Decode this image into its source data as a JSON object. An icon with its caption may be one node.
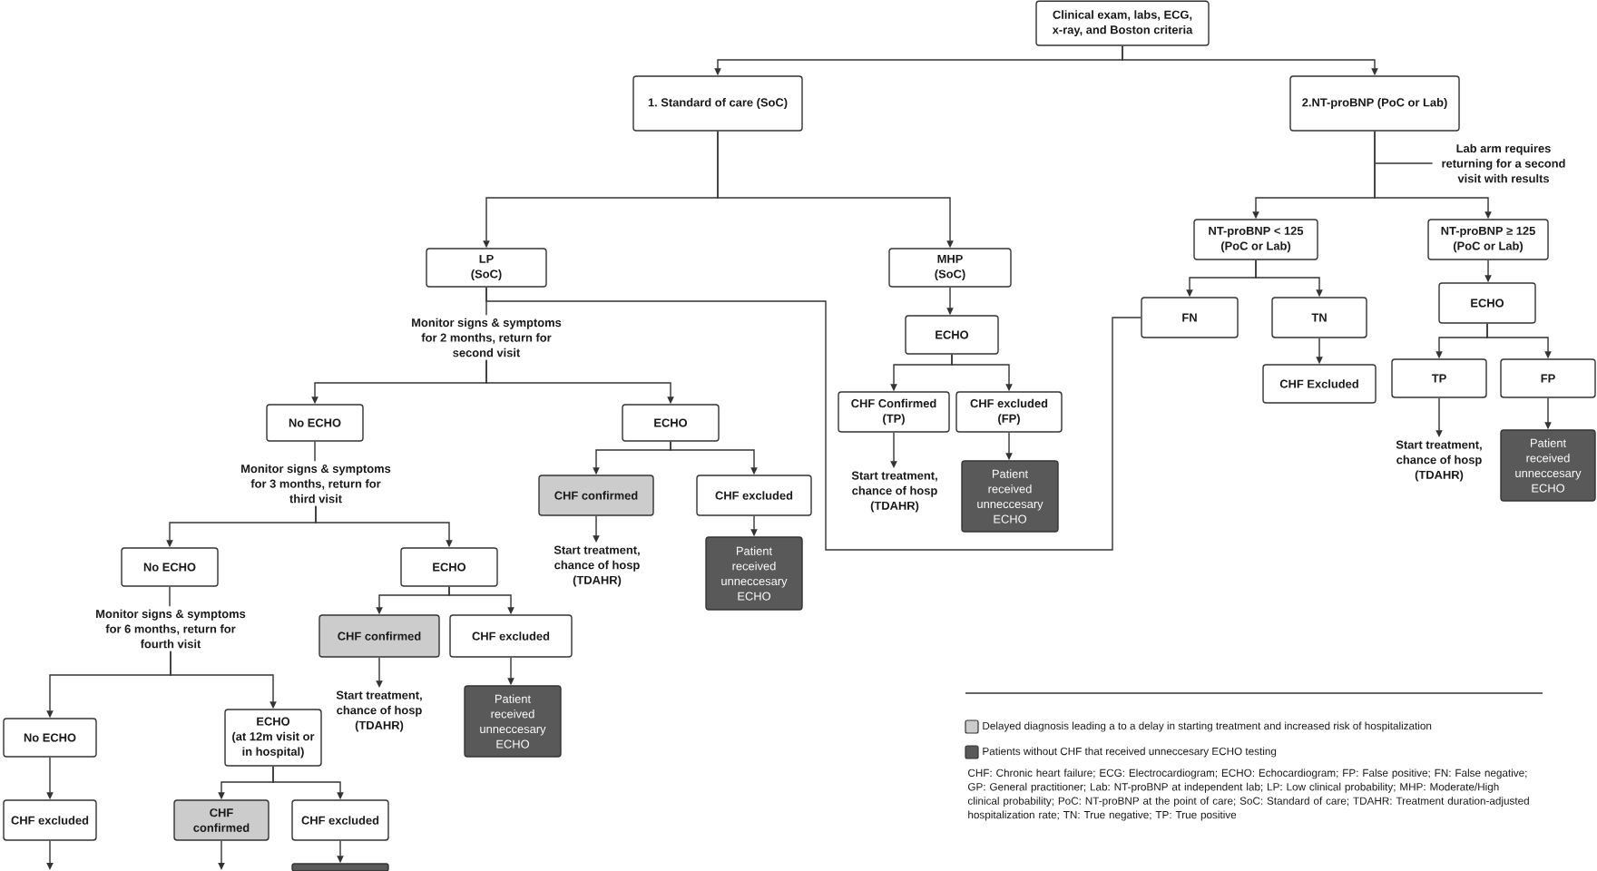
{
  "diagram": {
    "nodes": [
      {
        "text": [
          "Clinical exam, labs, ECG, x-ray, and Boston criteria"
        ]
      },
      {
        "text": [
          "1. Standard of care (SoC)"
        ]
      },
      {
        "text": [
          "2.NT-proBNP (PoC or Lab)"
        ]
      },
      {
        "text": [
          "Lab arm requires returning for a second visit with results"
        ]
      },
      {
        "text": [
          "LP",
          "(SoC)"
        ]
      },
      {
        "text": [
          "MHP",
          "(SoC)"
        ]
      },
      {
        "text": [
          "NT-proBNP < 125",
          "(PoC or Lab)"
        ]
      },
      {
        "text": [
          "NT-proBNP ≥ 125",
          "(PoC or Lab)"
        ]
      },
      {
        "text": [
          "Monitor signs & symptoms for 2 months, return for second visit"
        ]
      },
      {
        "text": [
          "ECHO"
        ]
      },
      {
        "text": [
          "FN"
        ]
      },
      {
        "text": [
          "TN"
        ]
      },
      {
        "text": [
          "ECHO"
        ]
      },
      {
        "text": [
          "No ECHO"
        ]
      },
      {
        "text": [
          "ECHO"
        ]
      },
      {
        "text": [
          "CHF Confirmed",
          "(TP)"
        ]
      },
      {
        "text": [
          "CHF excluded",
          "(FP)"
        ]
      },
      {
        "text": [
          "CHF Excluded"
        ]
      },
      {
        "text": [
          "TP"
        ]
      },
      {
        "text": [
          "FP"
        ]
      },
      {
        "text": [
          "CHF confirmed"
        ]
      },
      {
        "text": [
          "CHF excluded"
        ]
      },
      {
        "text": [
          "Start treatment, chance of hosp (TDAHR)"
        ]
      },
      {
        "text": [
          "Patient received unneccesary ECHO"
        ]
      },
      {
        "text": [
          "Start treatment, chance of hosp (TDAHR)"
        ]
      },
      {
        "text": [
          "Patient received unneccesary ECHO"
        ]
      },
      {
        "text": [
          "Monitor signs & symptoms for 3 months, return for third visit"
        ]
      },
      {
        "text": [
          "Start treatment, chance of hosp (TDAHR)"
        ]
      },
      {
        "text": [
          "Patient received unneccesary ECHO"
        ]
      },
      {
        "text": [
          "No ECHO"
        ]
      },
      {
        "text": [
          "ECHO"
        ]
      },
      {
        "text": [
          "CHF confirmed"
        ]
      },
      {
        "text": [
          "CHF excluded"
        ]
      },
      {
        "text": [
          "Monitor signs & symptoms for 6 months, return for fourth visit"
        ]
      },
      {
        "text": [
          "Start treatment, chance of hosp (TDAHR)"
        ]
      },
      {
        "text": [
          "Patient received unneccesary ECHO"
        ]
      },
      {
        "text": [
          "No ECHO"
        ]
      },
      {
        "text": [
          "ECHO",
          "(at 12m visit or in hospital)"
        ]
      },
      {
        "text": [
          "CHF excluded"
        ]
      },
      {
        "text": [
          "CHF confirmed"
        ]
      },
      {
        "text": [
          "CHF excluded"
        ]
      },
      {
        "text": [],
        "shape": "box"
      }
    ],
    "edges": [
      {
        "from": 0,
        "to": 1,
        "arrow": "to"
      },
      {
        "from": 0,
        "to": 2,
        "arrow": "to"
      },
      {
        "from": 1,
        "to": 4,
        "arrow": "to"
      },
      {
        "from": 1,
        "to": 5,
        "arrow": "to"
      },
      {
        "from": 2,
        "to": 6,
        "arrow": "to"
      },
      {
        "from": 2,
        "to": 7,
        "arrow": "to"
      },
      {
        "from": 3,
        "to": null,
        "arrow": "none"
      },
      {
        "from": 4,
        "to": 8,
        "arrow": "none"
      },
      {
        "from": 4,
        "to": 10,
        "arrow": "none"
      },
      {
        "from": 8,
        "to": 13,
        "arrow": "to"
      },
      {
        "from": 8,
        "to": 14,
        "arrow": "to"
      },
      {
        "from": 5,
        "to": 9,
        "arrow": "to"
      },
      {
        "from": 9,
        "to": 15,
        "arrow": "to"
      },
      {
        "from": 9,
        "to": 16,
        "arrow": "to"
      },
      {
        "from": 15,
        "to": 22,
        "arrow": "to"
      },
      {
        "from": 16,
        "to": 23,
        "arrow": "to"
      },
      {
        "from": 6,
        "to": 10,
        "arrow": "to"
      },
      {
        "from": 6,
        "to": 11,
        "arrow": "to"
      },
      {
        "from": 11,
        "to": 17,
        "arrow": "to"
      },
      {
        "from": 7,
        "to": 12,
        "arrow": "to"
      },
      {
        "from": 12,
        "to": 18,
        "arrow": "to"
      },
      {
        "from": 12,
        "to": 19,
        "arrow": "to"
      },
      {
        "from": 18,
        "to": 24,
        "arrow": "to"
      },
      {
        "from": 19,
        "to": 25,
        "arrow": "to"
      },
      {
        "from": 14,
        "to": 20,
        "arrow": "to"
      },
      {
        "from": 14,
        "to": 21,
        "arrow": "to"
      },
      {
        "from": 20,
        "to": 27,
        "arrow": "to"
      },
      {
        "from": 21,
        "to": 28,
        "arrow": "to"
      },
      {
        "from": 13,
        "to": 26,
        "arrow": "none"
      },
      {
        "from": 26,
        "to": 29,
        "arrow": "to"
      },
      {
        "from": 26,
        "to": 30,
        "arrow": "to"
      },
      {
        "from": 30,
        "to": 31,
        "arrow": "to"
      },
      {
        "from": 30,
        "to": 32,
        "arrow": "to"
      },
      {
        "from": 31,
        "to": 34,
        "arrow": "to"
      },
      {
        "from": 32,
        "to": 35,
        "arrow": "to"
      },
      {
        "from": 29,
        "to": 33,
        "arrow": "none"
      },
      {
        "from": 33,
        "to": 36,
        "arrow": "to"
      },
      {
        "from": 33,
        "to": 37,
        "arrow": "to"
      },
      {
        "from": 36,
        "to": 38,
        "arrow": "to"
      },
      {
        "from": 37,
        "to": 39,
        "arrow": "to"
      },
      {
        "from": 37,
        "to": 40,
        "arrow": "to"
      },
      {
        "from": 38,
        "to": null,
        "arrow": "to"
      },
      {
        "from": 39,
        "to": null,
        "arrow": "to"
      },
      {
        "from": 40,
        "to": 41,
        "arrow": "to"
      }
    ],
    "labels": [
      "CHF: Chronic heart failure; ECG: Electrocardiogram; ECHO: Echocardiogram; FP: False positive; FN: False negative; GP: General practitioner; Lab: NT-proBNP at independent lab; LP: Low clinical probability; MHP: Moderate/High clinical probability; PoC: NT-proBNP at the point of care; SoC: Standard of care; TDAHR: Treatment duration-adjusted hospitalization rate; TN: True negative; TP: True positive"
    ],
    "legend": [
      {
        "text": "Delayed diagnosis leading a to a delay in starting treatment and increased risk of hospitalization",
        "color": "#cccccc"
      },
      {
        "text": "Patients without CHF that received unneccesary ECHO testing",
        "color": "#595959"
      }
    ]
  }
}
